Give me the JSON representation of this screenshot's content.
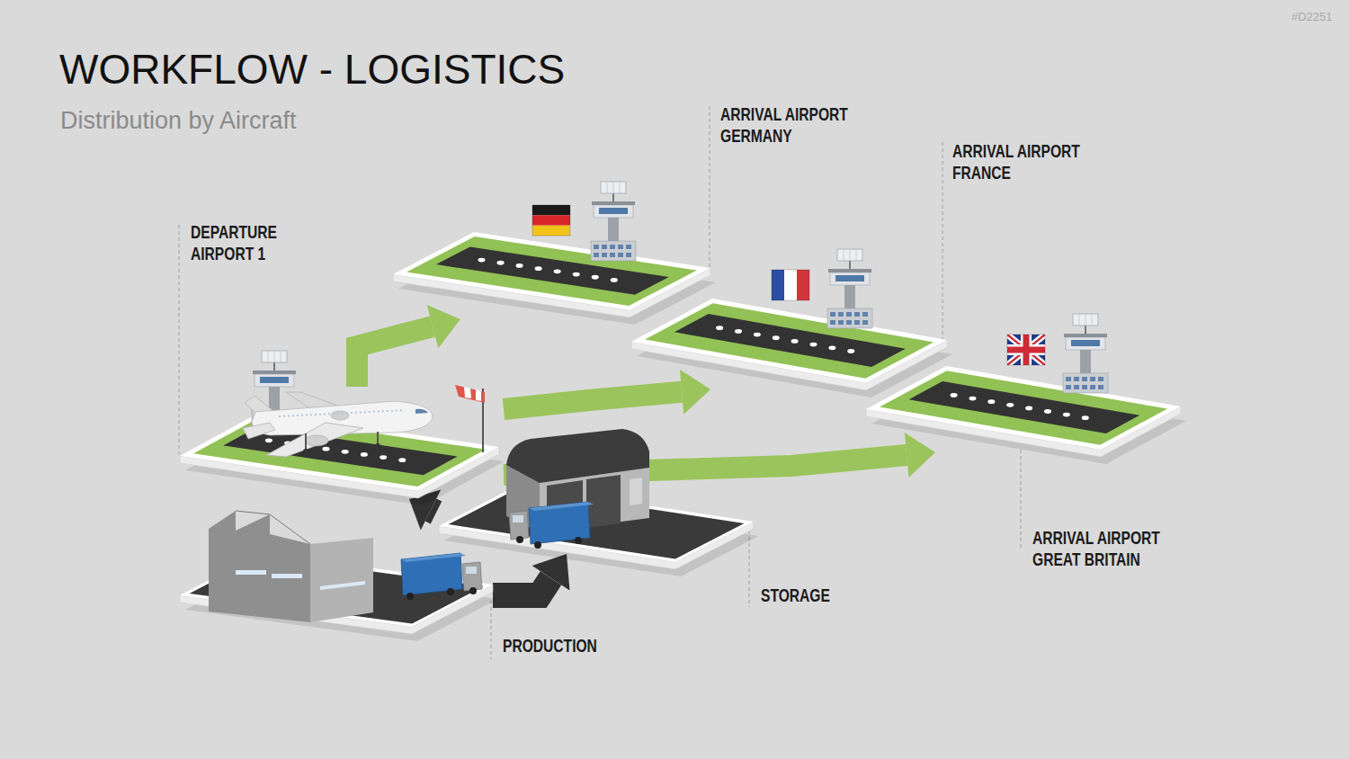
{
  "diagram": {
    "title": "WORKFLOW - LOGISTICS",
    "caption": "Distribution by Aircraft",
    "nodes": [
      {
        "text": [
          "PRODUCTION"
        ]
      },
      {
        "text": [
          "STORAGE"
        ]
      },
      {
        "text": [
          "DEPARTURE AIRPORT 1"
        ]
      },
      {
        "text": [
          "ARRIVAL AIRPORT GERMANY"
        ]
      },
      {
        "text": [
          "ARRIVAL AIRPORT FRANCE"
        ]
      },
      {
        "text": [
          "ARRIVAL AIRPORT GREAT BRITAIN"
        ]
      }
    ],
    "edges": [
      {
        "from": 0,
        "to": 1,
        "arrow": "to"
      },
      {
        "from": 1,
        "to": 2,
        "arrow": "to"
      },
      {
        "from": 2,
        "to": 3,
        "arrow": "to"
      },
      {
        "from": 2,
        "to": 4,
        "arrow": "to"
      },
      {
        "from": 2,
        "to": 5,
        "arrow": "to"
      }
    ],
    "labels": [
      "#D2251"
    ]
  }
}
